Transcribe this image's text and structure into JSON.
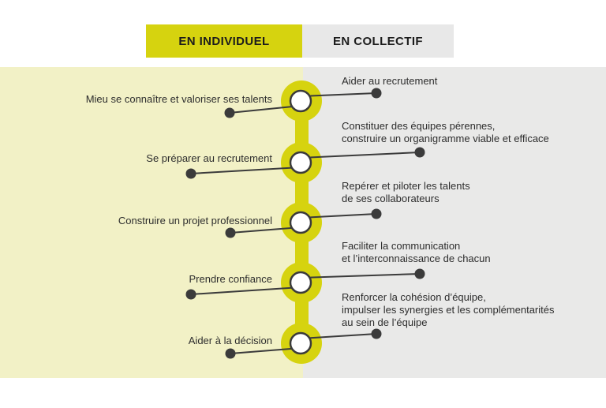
{
  "header": {
    "individual_label": "EN INDIVIDUEL",
    "collective_label": "EN COLLECTIF"
  },
  "colors": {
    "accent_yellow": "#d6d30f",
    "individual_panel_bg": "#f2f1c6",
    "collective_panel_bg": "#e9e9e8",
    "header_gray": "#e8e8e8",
    "connector_dark": "#3b3b3b",
    "node_inner": "#ffffff",
    "text_dark": "#2d2d2d"
  },
  "timeline": {
    "rows": [
      {
        "individual": "Mieu se connaître et valoriser ses talents",
        "collective": "Aider au recrutement"
      },
      {
        "individual": "Se préparer au recrutement",
        "collective": "Constituer des équipes pérennes,\nconstruire un organigramme viable et efficace"
      },
      {
        "individual": "Construire un projet professionnel",
        "collective": "Repérer et piloter les talents\nde ses collaborateurs"
      },
      {
        "individual": "Prendre confiance",
        "collective": "Faciliter la communication\net l’interconnaissance de chacun"
      },
      {
        "individual": "Aider à la décision",
        "collective": "Renforcer la cohésion d’équipe,\nimpulser les synergies et les complémentarités\nau sein de l’équipe"
      }
    ]
  }
}
